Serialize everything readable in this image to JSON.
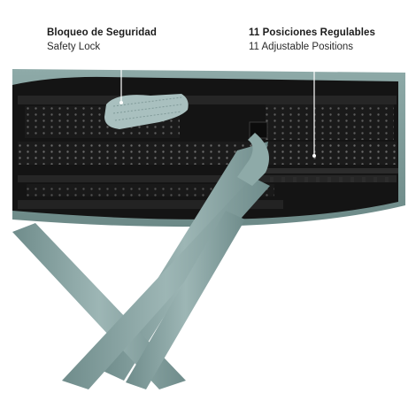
{
  "callouts": [
    {
      "title": "Bloqueo de Seguridad",
      "subtitle": "Safety Lock"
    },
    {
      "title": "11 Posiciones Regulables",
      "subtitle": "11 Adjustable Positions"
    }
  ],
  "colors": {
    "background": "#ffffff",
    "board_teal": "#7e9c9a",
    "leg_teal": "#8aa5a4",
    "underside_black": "#141414",
    "callout_line": "#ffffff"
  },
  "icons": [
    "safety-lock-icon"
  ]
}
